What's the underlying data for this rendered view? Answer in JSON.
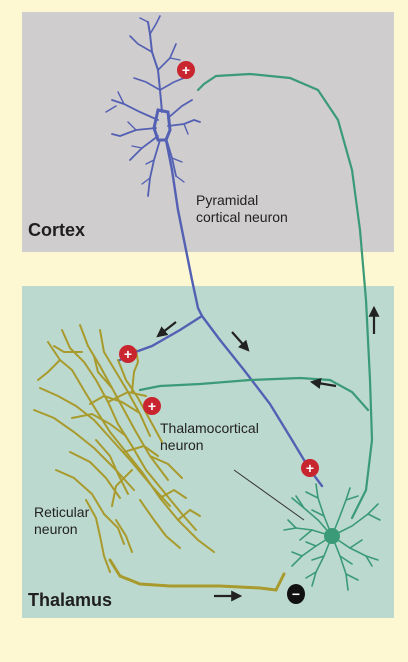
{
  "regions": {
    "cortex": {
      "label": "Cortex"
    },
    "thalamus": {
      "label": "Thalamus"
    }
  },
  "labels": {
    "pyramidal": {
      "line1": "Pyramidal",
      "line2": "cortical neuron"
    },
    "thalamocortical": {
      "line1": "Thalamocortical",
      "line2": "neuron"
    },
    "reticular": {
      "line1": "Reticular",
      "line2": "neuron"
    }
  },
  "synapse_signs": {
    "excitatory": "+",
    "inhibitory": "−"
  },
  "colors": {
    "page_background": "#fdf8d2",
    "cortex_box": "#cfcdcd",
    "thalamus_box": "#bcd9cf",
    "pyramidal_neuron": "#5460b4",
    "thalamocortical_neuron": "#3b9a78",
    "reticular_neuron": "#a89a2c",
    "excitatory_sign": "#c9252f",
    "inhibitory_sign": "#111111",
    "arrows": "#222222"
  }
}
